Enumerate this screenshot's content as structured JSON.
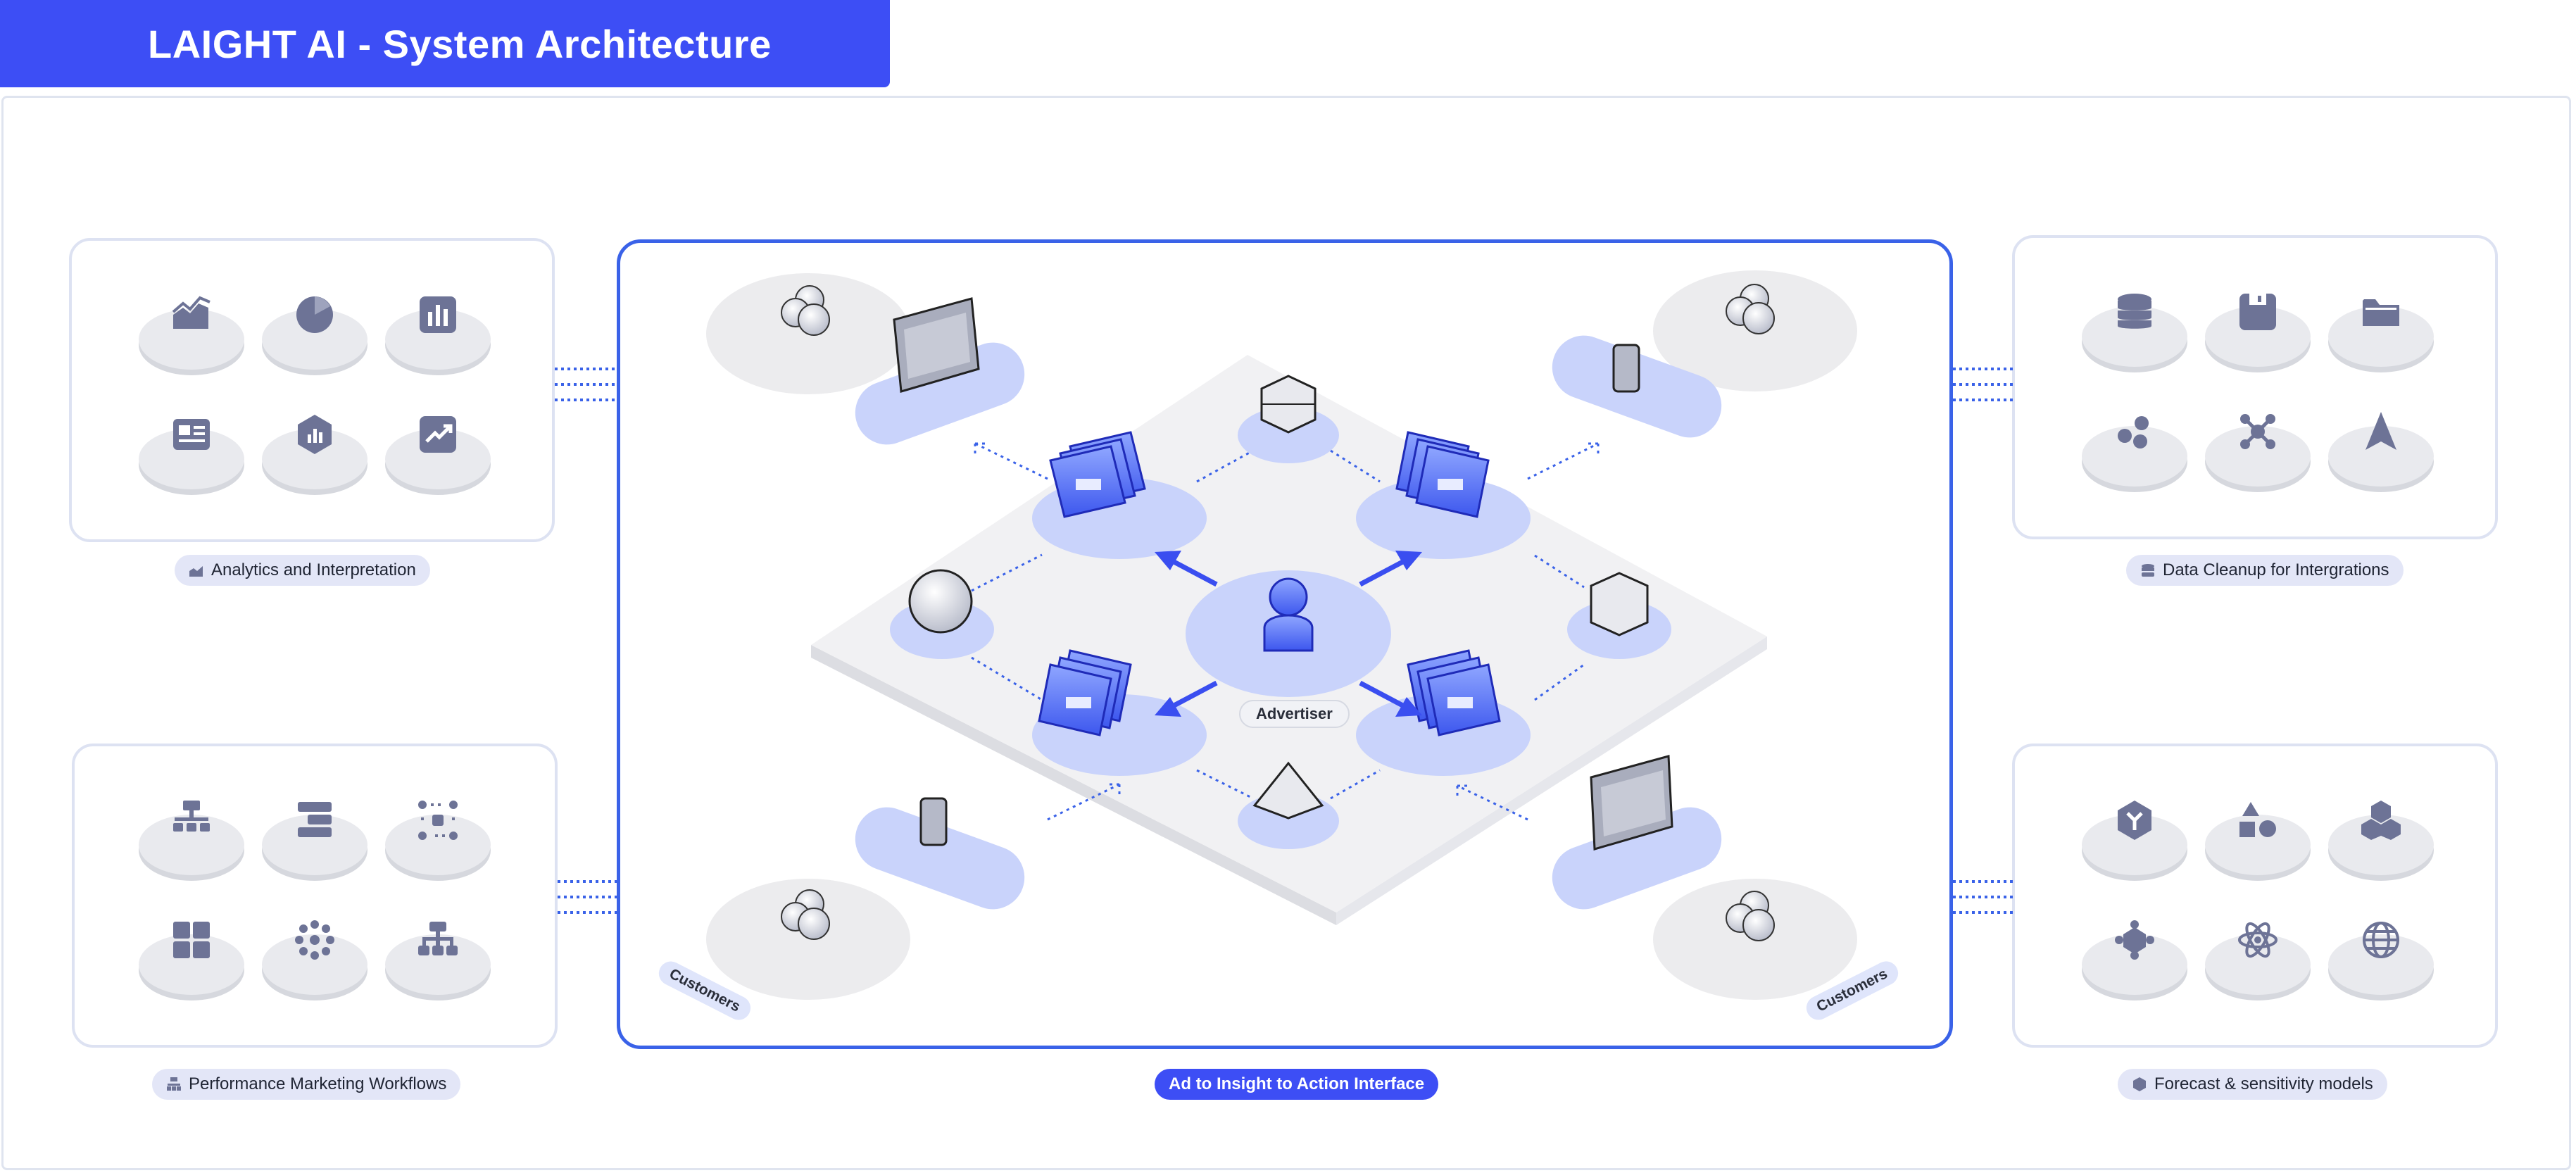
{
  "title": "LAIGHT AI - System Architecture",
  "panels": {
    "analytics": {
      "label": "Analytics and Interpretation",
      "icons": [
        "area-chart-icon",
        "pie-chart-icon",
        "bar-chart-icon",
        "dashboard-icon",
        "hex-chart-icon",
        "trend-up-icon"
      ]
    },
    "data_cleanup": {
      "label": "Data Cleanup for Intergrations",
      "icons": [
        "database-icon",
        "save-icon",
        "folder-icon",
        "dots-cluster-icon",
        "network-icon",
        "navigation-icon"
      ]
    },
    "performance": {
      "label": "Performance Marketing Workflows",
      "icons": [
        "sitemap-icon",
        "steps-icon",
        "nodes-icon",
        "grid-icon",
        "flower-icon",
        "hierarchy-icon"
      ]
    },
    "forecast": {
      "label": "Forecast & sensitivity models",
      "icons": [
        "hex-y-icon",
        "shapes-icon",
        "cubes-icon",
        "molecule-icon",
        "atom-icon",
        "globe-icon"
      ]
    }
  },
  "center": {
    "label": "Ad to Insight to Action Interface",
    "advertiser": "Advertiser",
    "customers_left": "Customers",
    "customers_right": "Customers"
  },
  "colors": {
    "accent": "#3d4ef5",
    "frame": "#3a62e8",
    "light": "#c9d3fb",
    "icon": "#6d7396"
  }
}
